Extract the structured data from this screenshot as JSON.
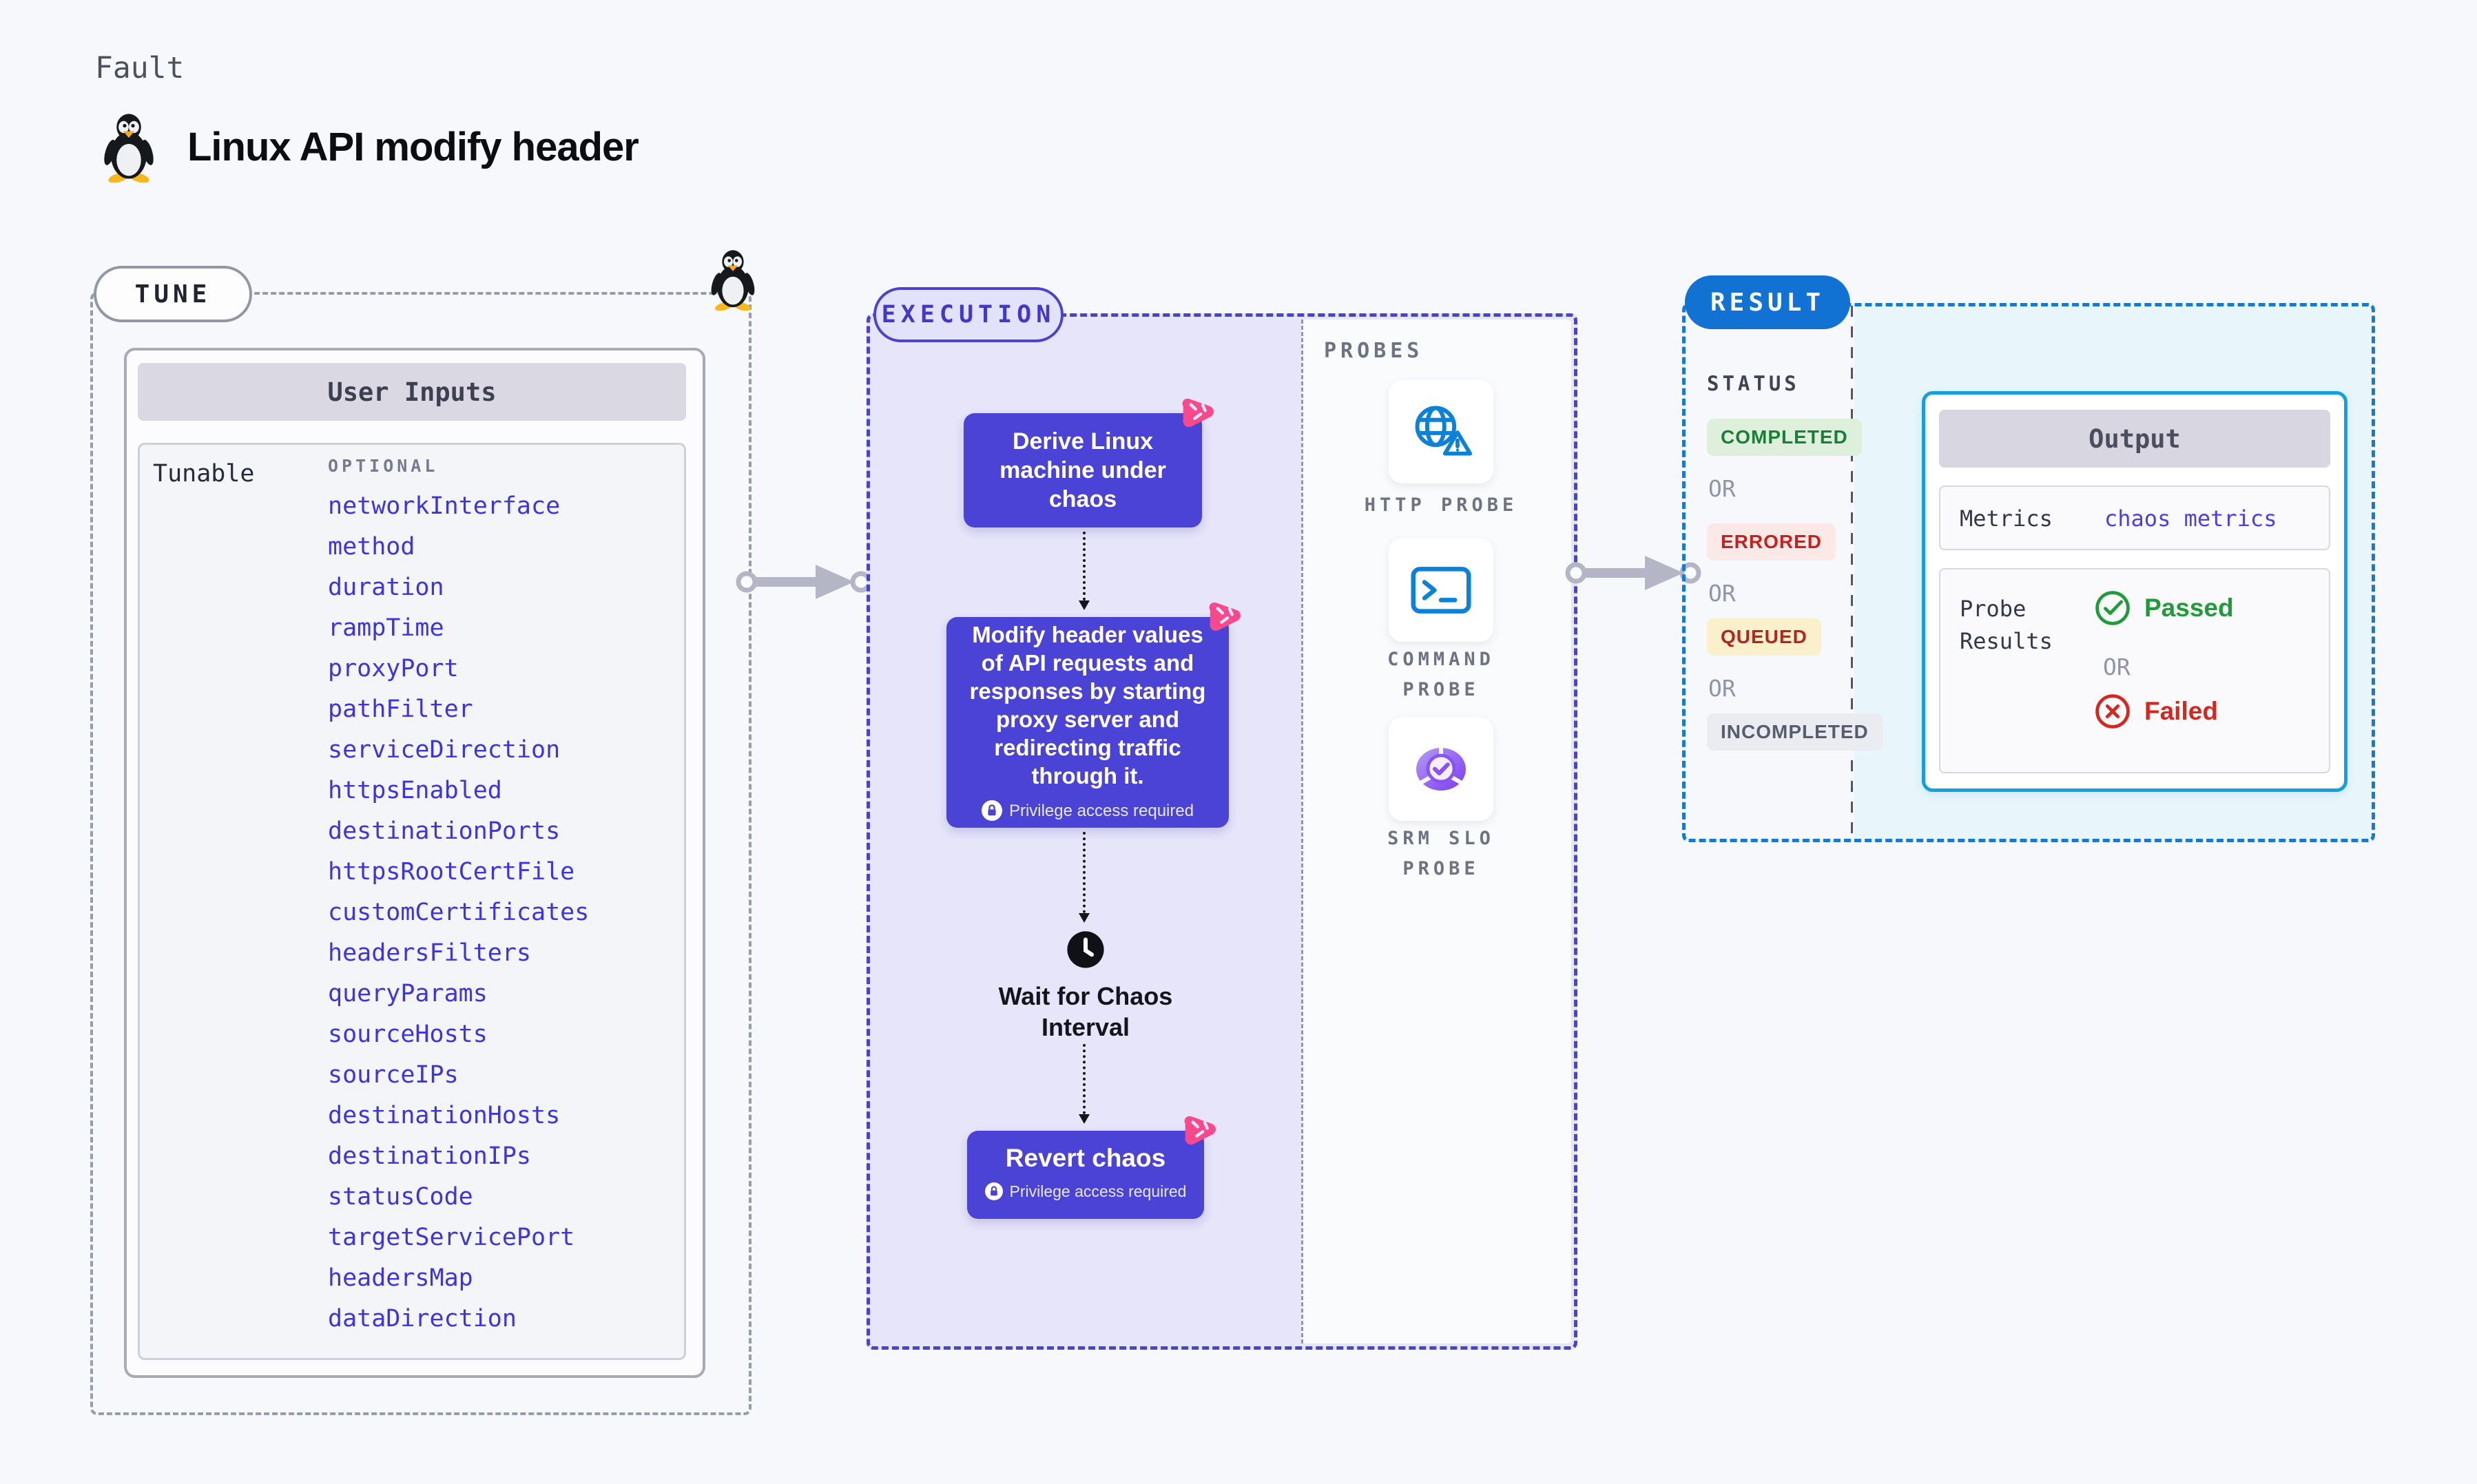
{
  "page": {
    "eyebrow": "Fault",
    "title": "Linux API modify header"
  },
  "tune": {
    "badge": "TUNE",
    "user_inputs_header": "User Inputs",
    "tunable_label": "Tunable",
    "optional_label": "OPTIONAL",
    "params": [
      "networkInterface",
      "method",
      "duration",
      "rampTime",
      "proxyPort",
      "pathFilter",
      "serviceDirection",
      "httpsEnabled",
      "destinationPorts",
      "httpsRootCertFile",
      "customCertificates",
      "headersFilters",
      "queryParams",
      "sourceHosts",
      "sourceIPs",
      "destinationHosts",
      "destinationIPs",
      "statusCode",
      "targetServicePort",
      "headersMap",
      "dataDirection"
    ]
  },
  "execution": {
    "badge": "EXECUTION",
    "privilege_label": "Privilege access required",
    "steps": {
      "derive": "Derive Linux machine under chaos",
      "modify": "Modify header values of API requests and responses by starting proxy server and redirecting traffic through it.",
      "wait": "Wait for Chaos Interval",
      "revert": "Revert chaos"
    }
  },
  "probes": {
    "header": "PROBES",
    "items": [
      {
        "label": "HTTP PROBE",
        "icon": "http-probe-icon"
      },
      {
        "label": "COMMAND PROBE",
        "icon": "command-probe-icon"
      },
      {
        "label": "SRM SLO PROBE",
        "icon": "srm-slo-probe-icon"
      }
    ]
  },
  "result": {
    "badge": "RESULT",
    "status_header": "STATUS",
    "or_label": "OR",
    "statuses": [
      {
        "label": "COMPLETED",
        "text_color": "#188038",
        "bg_color": "#def0dc"
      },
      {
        "label": "ERRORED",
        "text_color": "#c5221f",
        "bg_color": "#fbe9e7"
      },
      {
        "label": "QUEUED",
        "text_color": "#b3261e",
        "bg_color": "#faf0cb"
      },
      {
        "label": "INCOMPLETED",
        "text_color": "#575c6f",
        "bg_color": "#ebecf1"
      }
    ],
    "output": {
      "header": "Output",
      "metrics_label": "Metrics",
      "metrics_value": "chaos metrics",
      "probe_results_label": "Probe Results",
      "passed_label": "Passed",
      "failed_label": "Failed"
    }
  },
  "colors": {
    "page_bg": "#f7f8fb",
    "step_indigo": "#4b43d6",
    "execution_border": "#4b42cf",
    "execution_bg": "#e6e5fa",
    "param_link_blue": "#3d33e3",
    "result_pill_blue": "#1272d3",
    "result_border_blue": "#1779d2",
    "result_bg_cyan": "#e8f6fc",
    "output_border_cyan": "#14a0df",
    "probe_icon_blue": "#0b82d8",
    "chaos_pink": "#f7498b",
    "passed_green": "#1f9b3a",
    "failed_red": "#d6261d"
  }
}
